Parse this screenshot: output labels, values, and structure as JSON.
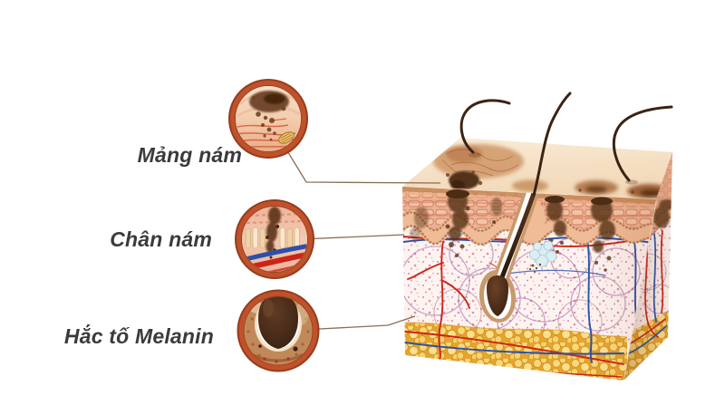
{
  "callouts": [
    {
      "id": "mang-nam",
      "label": "Mảng nám",
      "icon": "melasma-patch-circle"
    },
    {
      "id": "chan-nam",
      "label": "Chân nám",
      "icon": "melasma-root-circle"
    },
    {
      "id": "hac-to-melanin",
      "label": "Hắc tố Melanin",
      "icon": "melanin-follicle-circle"
    }
  ],
  "colors": {
    "background": "#ffffff",
    "label_text": "#3b3a3c",
    "callout_ring": "#c0522b",
    "callout_ring_edge": "#953d1d",
    "leader_line": "#8b6e53",
    "skin_top": "#f4dcbe",
    "epidermis": "#ecb699",
    "basal_band": "#f0bb97",
    "dermis": "#fdf4f0",
    "dermis_stipple": "#e473aa",
    "fat": "#e6a52c",
    "fat_bubble": "#f9d87c",
    "melanin": "#4a2a16",
    "hair": "#3a2315",
    "vessel_red": "#cc2417",
    "vessel_blue": "#2a51a9",
    "gland": "#dbeef3"
  }
}
